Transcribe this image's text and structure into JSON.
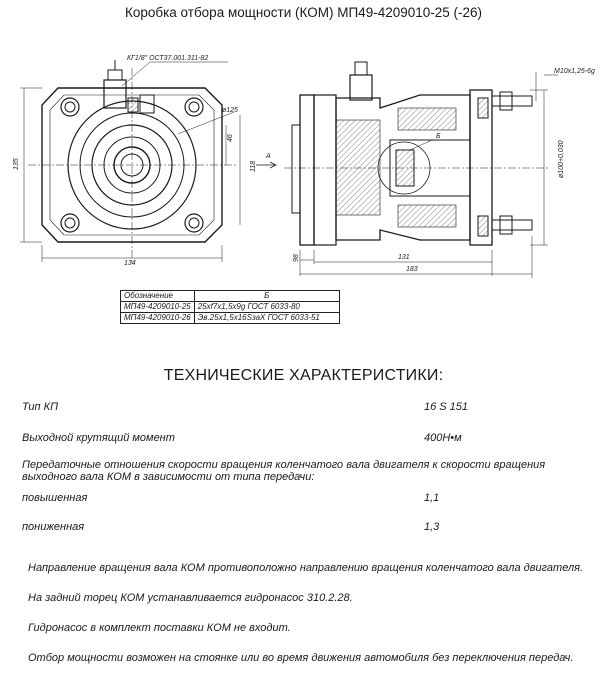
{
  "title": "Коробка отбора мощности (КОМ) МП49-4209010-25 (-26)",
  "drawing": {
    "left_view": {
      "callout": "КГ1/8\" ОСТ37.001.311-82",
      "dia": "ø125",
      "dim_46": "46",
      "dim_118": "118",
      "dim_135": "135",
      "dim_134": "134"
    },
    "section_label": "А",
    "right_view": {
      "thread": "M10x1,25-6g",
      "dim_98": "98",
      "dim_131": "131",
      "dim_183": "183",
      "dia_100": "ø100+0,030",
      "detail": "Б"
    }
  },
  "designations": {
    "headers": [
      "Обозначение",
      "Б"
    ],
    "rows": [
      [
        "МП49-4209010-25",
        "25xf7x1,5x9g ГОСТ 6033-80"
      ],
      [
        "МП49-4209010-26",
        "Эв.25x1,5x16SзаХ ГОСТ 6033-51"
      ]
    ]
  },
  "tech": {
    "heading": "ТЕХНИЧЕСКИЕ ХАРАКТЕРИСТИКИ:",
    "type_label": "Тип КП",
    "type_value": "16 S 151",
    "torque_label": "Выходной крутящий момент",
    "torque_value": "400Н•м",
    "ratio_text": "Передаточные отношения скорости вращения коленчатого вала двигателя к скорости вращения выходного вала КОМ в зависимости от типа передачи:",
    "ratio_high_label": "повышенная",
    "ratio_high_value": "1,1",
    "ratio_low_label": "пониженная",
    "ratio_low_value": "1,3"
  },
  "notes": [
    "Направление вращения вала  КОМ  противоположно направлению  вращения коленчатого вала двигателя.",
    "На задний торец КОМ устанавливается гидронасос  310.2.28.",
    "Гидронасос в комплект поставки КОМ не входит.",
    "Отбор мощности возможен  на стоянке или во время движения автомобиля без переключения передач."
  ]
}
